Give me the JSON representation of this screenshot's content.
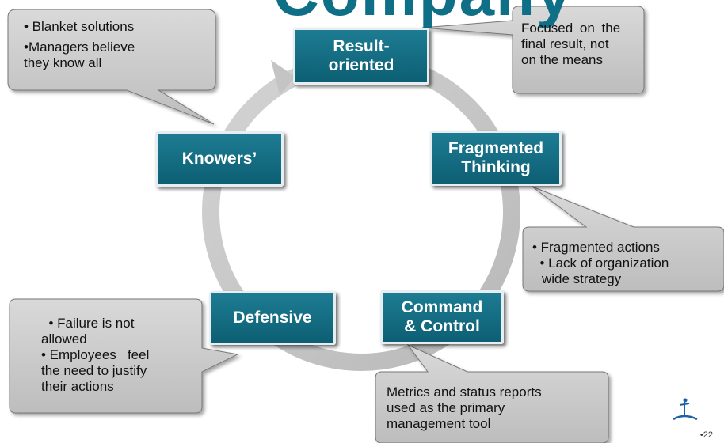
{
  "title_fragment": "Company",
  "cycle_nodes": {
    "result_oriented": [
      "Result-",
      "oriented"
    ],
    "fragmented_thinking": [
      "Fragmented",
      "Thinking"
    ],
    "command_control": [
      "Command",
      "& Control"
    ],
    "defensive": [
      "Defensive"
    ],
    "knowers": [
      "Knowers’"
    ]
  },
  "callouts": {
    "top_left": [
      "• Blanket solutions",
      "•Managers believe",
      "they know all"
    ],
    "top_right": [
      "Focused on the",
      "final result, not",
      "on the means"
    ],
    "right": [
      "• Fragmented actions",
      "  • Lack of organization",
      "wide strategy"
    ],
    "bottom_center": [
      "Metrics and status reports",
      "used as the primary",
      "management tool"
    ],
    "bottom_left": [
      "  • Failure is not",
      "allowed",
      "• Employees   feel",
      "the need to justify",
      "their actions"
    ]
  },
  "page_number": "22",
  "colors": {
    "node_fill": "#0e6f86",
    "ring": "#c7c7c7",
    "callout_fill": "#c9c9c9"
  }
}
